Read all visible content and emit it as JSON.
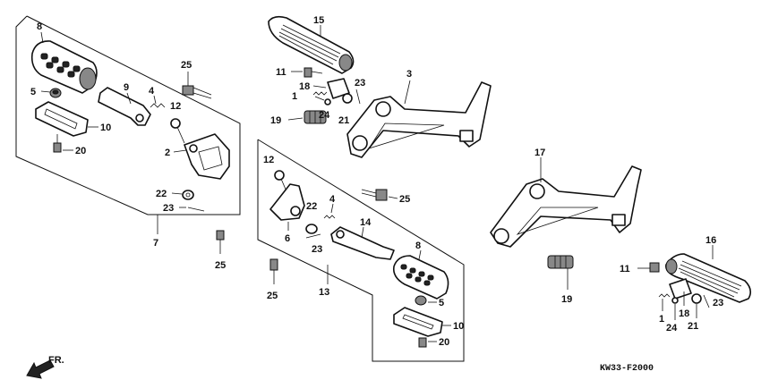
{
  "diagram": {
    "code": "KW33-F2000",
    "direction_label": "FR.",
    "callouts": {
      "c1a": "1",
      "c1b": "1",
      "c2": "2",
      "c3": "3",
      "c4a": "4",
      "c4b": "4",
      "c5a": "5",
      "c5b": "5",
      "c6": "6",
      "c7": "7",
      "c8a": "8",
      "c8b": "8",
      "c9": "9",
      "c10a": "10",
      "c10b": "10",
      "c11a": "11",
      "c11b": "11",
      "c12a": "12",
      "c12b": "12",
      "c13": "13",
      "c14": "14",
      "c15": "15",
      "c16": "16",
      "c17": "17",
      "c18a": "18",
      "c18b": "18",
      "c19a": "19",
      "c19b": "19",
      "c20a": "20",
      "c20b": "20",
      "c21a": "21",
      "c21b": "21",
      "c22a": "22",
      "c22b": "22",
      "c23a": "23",
      "c23b": "23",
      "c23c": "23",
      "c23d": "23",
      "c24a": "24",
      "c24b": "24",
      "c25a": "25",
      "c25b": "25",
      "c25c": "25",
      "c25d": "25"
    }
  }
}
